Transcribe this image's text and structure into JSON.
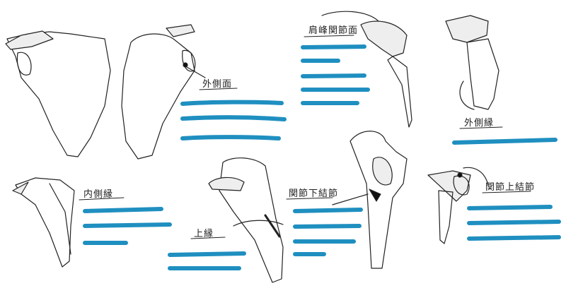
{
  "labels": {
    "lateral_surface": "外側面",
    "acromial_articular_surface": "肩峰関節面",
    "lateral_border": "外側縁",
    "medial_border": "内側縁",
    "superior_border": "上縁",
    "infraglenoid_tubercle": "関節下結節",
    "supraglenoid_tubercle": "関節上結節"
  },
  "colors": {
    "redaction": "#1f8fc0",
    "ink": "#222222"
  }
}
